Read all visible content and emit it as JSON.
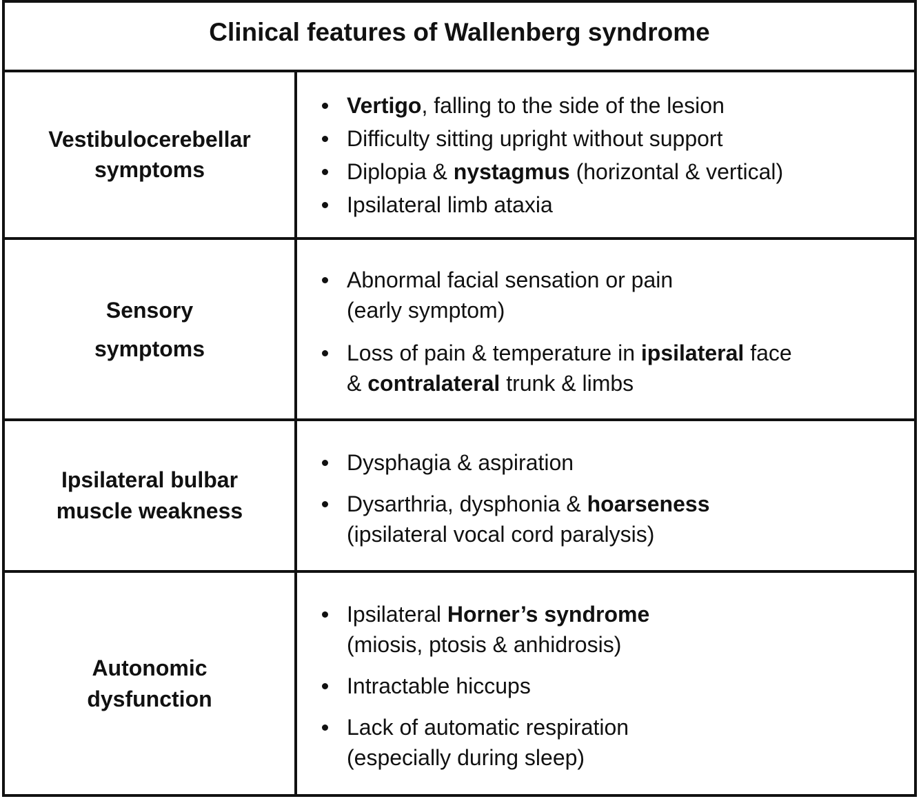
{
  "title": "Clinical features of Wallenberg syndrome",
  "rows": [
    {
      "category": "Vestibulocerebellar\nsymptoms",
      "items": [
        {
          "lines": [
            [
              {
                "t": "Vertigo",
                "b": true
              },
              {
                "t": ", falling to the side of the lesion"
              }
            ]
          ]
        },
        {
          "lines": [
            [
              {
                "t": "Difficulty sitting upright without support"
              }
            ]
          ]
        },
        {
          "lines": [
            [
              {
                "t": "Diplopia & "
              },
              {
                "t": "nystagmus",
                "b": true
              },
              {
                "t": " (horizontal & vertical)"
              }
            ]
          ]
        },
        {
          "lines": [
            [
              {
                "t": "Ipsilateral limb ataxia"
              }
            ]
          ]
        }
      ]
    },
    {
      "category": "Sensory\nsymptoms",
      "items": [
        {
          "lines": [
            [
              {
                "t": "Abnormal facial sensation or pain"
              }
            ],
            [
              {
                "t": "(early symptom)"
              }
            ]
          ]
        },
        {
          "lines": [
            [
              {
                "t": "Loss of pain & temperature in "
              },
              {
                "t": "ipsilateral",
                "b": true
              },
              {
                "t": " face"
              }
            ],
            [
              {
                "t": "& "
              },
              {
                "t": "contralateral",
                "b": true
              },
              {
                "t": " trunk & limbs"
              }
            ]
          ]
        }
      ]
    },
    {
      "category": "Ipsilateral bulbar\nmuscle weakness",
      "items": [
        {
          "lines": [
            [
              {
                "t": "Dysphagia & aspiration"
              }
            ]
          ]
        },
        {
          "lines": [
            [
              {
                "t": "Dysarthria, dysphonia & "
              },
              {
                "t": "hoarseness",
                "b": true
              }
            ],
            [
              {
                "t": "(ipsilateral vocal cord paralysis)"
              }
            ]
          ]
        }
      ]
    },
    {
      "category": "Autonomic\ndysfunction",
      "items": [
        {
          "lines": [
            [
              {
                "t": "Ipsilateral "
              },
              {
                "t": "Horner’s syndrome",
                "b": true
              }
            ],
            [
              {
                "t": "(miosis, ptosis & anhidrosis)"
              }
            ]
          ]
        },
        {
          "lines": [
            [
              {
                "t": "Intractable hiccups"
              }
            ]
          ]
        },
        {
          "lines": [
            [
              {
                "t": "Lack of automatic respiration"
              }
            ],
            [
              {
                "t": "(especially during sleep)"
              }
            ]
          ]
        }
      ]
    }
  ]
}
